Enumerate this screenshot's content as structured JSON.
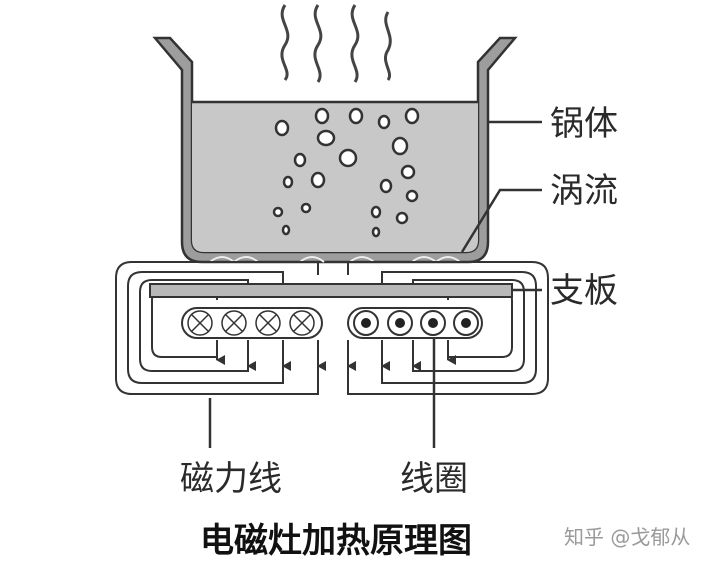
{
  "labels": {
    "pot": "锅体",
    "eddy": "涡流",
    "support": "支板",
    "field_lines": "磁力线",
    "coil": "线圈"
  },
  "caption": "电磁灶加热原理图",
  "watermark": "知乎 @戈郁从",
  "colors": {
    "line": "#333333",
    "water": "#c8c8c8",
    "pot_wall": "#9d9d9d",
    "support_plate": "#b8b8b8"
  }
}
